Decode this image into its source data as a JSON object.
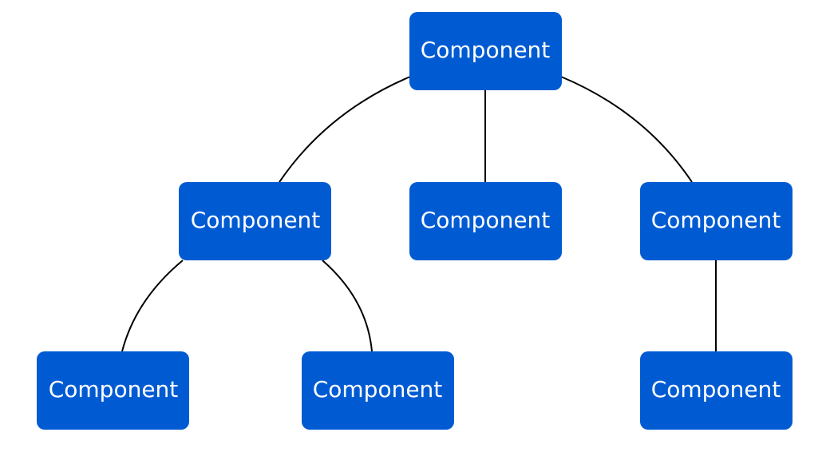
{
  "diagram": {
    "node_color": "#005bd3",
    "label_color": "#ffffff",
    "edge_color": "#000000",
    "nodes": [
      {
        "id": "root",
        "label": "Component"
      },
      {
        "id": "left",
        "label": "Component"
      },
      {
        "id": "middle",
        "label": "Component"
      },
      {
        "id": "right",
        "label": "Component"
      },
      {
        "id": "left-left",
        "label": "Component"
      },
      {
        "id": "left-right",
        "label": "Component"
      },
      {
        "id": "right-child",
        "label": "Component"
      }
    ],
    "edges": [
      {
        "from": "root",
        "to": "left"
      },
      {
        "from": "root",
        "to": "middle"
      },
      {
        "from": "root",
        "to": "right"
      },
      {
        "from": "left",
        "to": "left-left"
      },
      {
        "from": "left",
        "to": "left-right"
      },
      {
        "from": "right",
        "to": "right-child"
      }
    ]
  }
}
